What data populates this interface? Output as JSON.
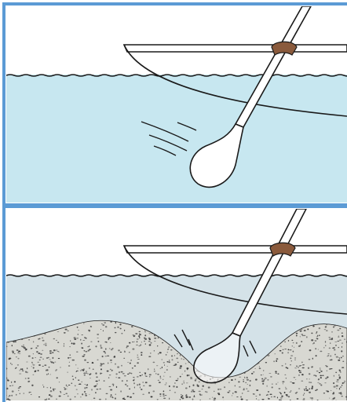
{
  "figure": {
    "panels": [
      {
        "id": "open-water",
        "bed": "none"
      },
      {
        "id": "shallow-water",
        "bed": "gravel"
      }
    ]
  },
  "colors": {
    "border": "#5b9bd5",
    "sky": "#ffffff",
    "water_top": "#c7e7f0",
    "water_bottom": "#d4e2e8",
    "gravel_fill": "#d8d8d2",
    "gravel_dot": "#3a3a3a",
    "oarlock": "#8a5a3c",
    "ink": "#1a1a1a"
  }
}
